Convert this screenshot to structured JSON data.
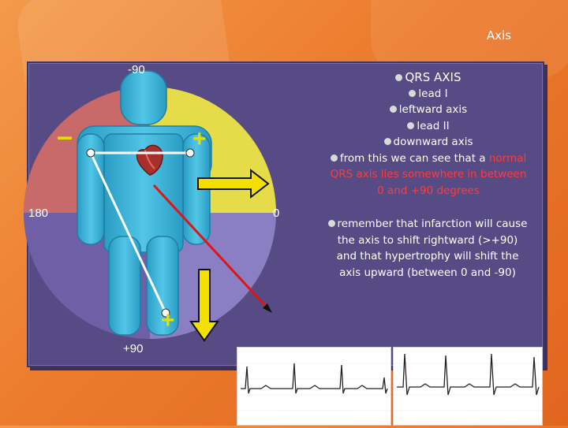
{
  "slide_title": "Axis",
  "labels": {
    "top": "-90",
    "bottom": "+90",
    "left": "180",
    "right": "0",
    "minus_sign": "–",
    "plus_right": "+",
    "plus_bottom": "+"
  },
  "bullets_top": {
    "heading": "QRS AXIS",
    "items": [
      "lead I",
      "leftward axis",
      "lead II",
      "downward axis"
    ],
    "conclusion_prefix": "from this we can see that a ",
    "conclusion_highlight": "normal",
    "conclusion_line2": "QRS axis lies somewhere in between",
    "conclusion_line3": "0 and +90 degrees"
  },
  "bullets_bottom": {
    "line1": "remember that infarction will cause",
    "line2": "the axis to shift rightward (>+90)",
    "line3": "and that hypertrophy will shift the",
    "line4": "axis upward (between 0 and -90)"
  },
  "colors": {
    "quadrant_top_left": "#c86a6a",
    "quadrant_top_right": "#e6dc4a",
    "quadrant_bottom_left": "#6e5fa6",
    "quadrant_bottom_right": "#8b7fc4",
    "figure": "#3bb5d8",
    "result_vector": "#e01414",
    "lead_vector_fill": "#f3e000",
    "minus_plus": "#e3e000"
  }
}
